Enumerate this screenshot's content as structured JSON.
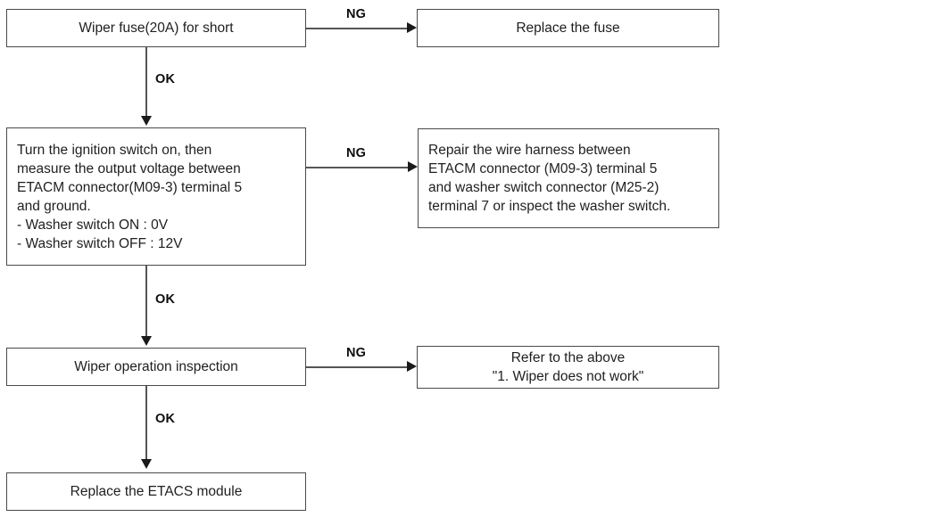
{
  "diagram": {
    "title": "Wiper / washer circuit troubleshooting flowchart",
    "line_color": "#555555",
    "border_color": "#4a4a4a",
    "text_color": "#1f1f1f",
    "background": "#ffffff"
  },
  "nodes": {
    "fuse_check": {
      "lines": [
        "Wiper fuse(20A) for short"
      ]
    },
    "replace_fuse": {
      "lines": [
        "Replace the fuse"
      ]
    },
    "voltage_measure": {
      "lines": [
        "Turn the ignition switch on, then",
        "measure the output voltage between",
        "ETACM connector(M09-3) terminal 5",
        "and ground.",
        "- Washer switch ON : 0V",
        "- Washer switch OFF : 12V"
      ]
    },
    "repair_harness": {
      "lines": [
        "Repair the wire harness between",
        "ETACM connector (M09-3) terminal 5",
        "and washer switch connector (M25-2)",
        "terminal 7 or inspect the washer switch."
      ]
    },
    "wiper_operation": {
      "lines": [
        "Wiper operation inspection"
      ]
    },
    "refer_above": {
      "lines": [
        "Refer to the above",
        "\"1. Wiper does not work\""
      ]
    },
    "replace_etacs": {
      "lines": [
        "Replace the ETACS module"
      ]
    }
  },
  "edges": {
    "ng_1": "NG",
    "ok_1": "OK",
    "ng_2": "NG",
    "ok_2": "OK",
    "ng_3": "NG",
    "ok_3": "OK"
  }
}
